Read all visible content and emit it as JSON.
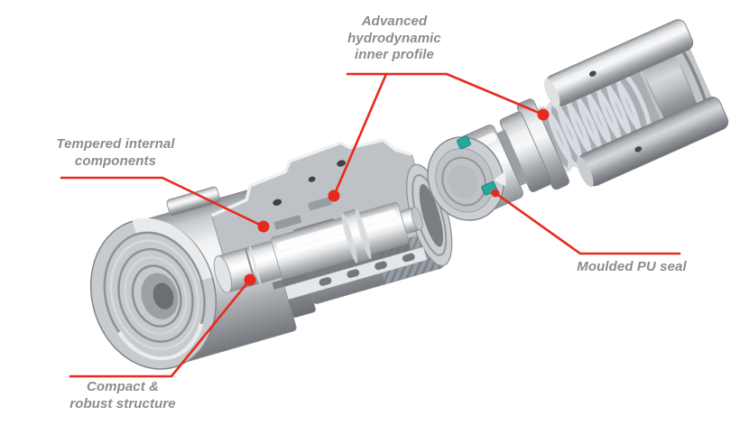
{
  "diagram": {
    "subject": "hydraulic quick-release coupling cutaway",
    "colors": {
      "background": "#ffffff",
      "leader_red": "#e62b1e",
      "label_gray": "#8c8c8e",
      "seal_teal": "#2aa79c",
      "metal_light": "#f6f7f8",
      "metal_dark": "#74777b"
    },
    "labels": [
      {
        "id": "advanced-hydrodynamic-inner-profile",
        "lines": [
          "Advanced",
          "hydrodynamic",
          "inner profile"
        ]
      },
      {
        "id": "tempered-internal-components",
        "lines": [
          "Tempered internal",
          "components"
        ]
      },
      {
        "id": "compact-robust-structure",
        "lines": [
          "Compact &",
          "robust structure"
        ]
      },
      {
        "id": "moulded-pu-seal",
        "lines": [
          "Moulded PU seal"
        ]
      }
    ]
  }
}
